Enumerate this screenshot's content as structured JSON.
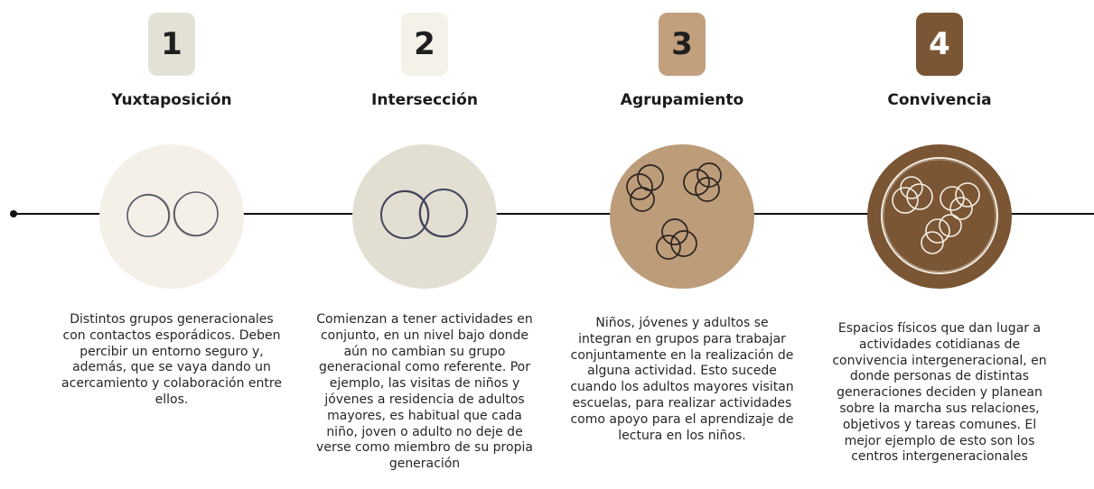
{
  "stages": [
    {
      "number": "1",
      "title": "Yuxtaposición",
      "description": "Distintos grupos generacionales con contactos esporádicos. Deben percibir un entorno seguro y, además, que se vaya dando un acercamiento y colaboración entre ellos.",
      "badge_color": "#e3e0d5",
      "badge_text_color": "#1f1f1f",
      "disc_color": "#f4f0e8",
      "icon": "two-separate-circles-icon"
    },
    {
      "number": "2",
      "title": "Intersección",
      "description": "Comienzan a tener actividades en conjunto, en un nivel bajo donde aún no cambian su grupo generacional como referente. Por ejemplo, las visitas de niños y jóvenes a residencia de adultos mayores, es habitual que cada niño, joven o adulto no deje de verse como miembro de su propia generación",
      "badge_color": "#f5f1e8",
      "badge_text_color": "#1f1f1f",
      "disc_color": "#e2dfd2",
      "icon": "two-overlapping-circles-icon"
    },
    {
      "number": "3",
      "title": "Agrupamiento",
      "description": "Niños, jóvenes y adultos se integran en grupos para trabajar conjuntamente en la realización de alguna actividad. Esto sucede cuando los adultos mayores visitan escuelas, para realizar actividades como apoyo para el aprendizaje de lectura en los niños.",
      "badge_color": "#c2a07e",
      "badge_text_color": "#1f1f1f",
      "disc_color": "#bd9c7a",
      "icon": "grouped-circles-icon"
    },
    {
      "number": "4",
      "title": "Convivencia",
      "description": "Espacios físicos que dan lugar a actividades cotidianas de convivencia intergeneracional, en donde personas de distintas generaciones deciden y planean sobre la marcha sus relaciones, objetivos y tareas comunes. El mejor ejemplo de esto son los centros intergeneracionales",
      "badge_color": "#7b5634",
      "badge_text_color": "#ffffff",
      "disc_color": "#7b5634",
      "icon": "enclosed-grouped-circles-icon"
    }
  ]
}
